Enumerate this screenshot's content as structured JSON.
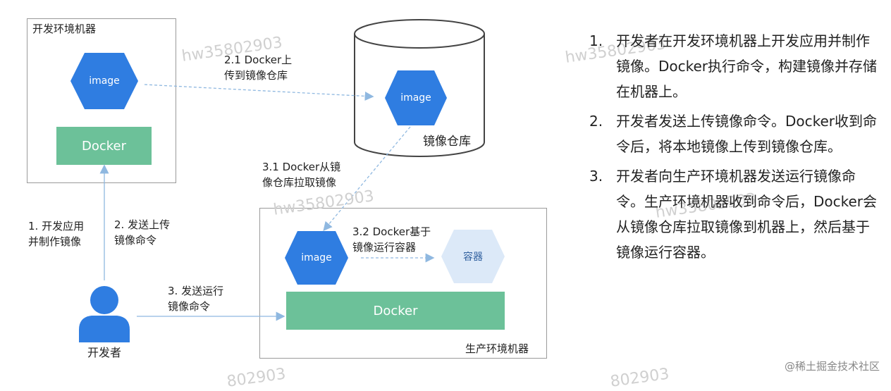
{
  "dev_machine": {
    "title": "开发环境机器",
    "image_label": "image",
    "docker_label": "Docker"
  },
  "registry": {
    "title": "镜像仓库",
    "image_label": "image"
  },
  "prod_machine": {
    "title": "生产环境机器",
    "image_label": "image",
    "container_label": "容器",
    "docker_label": "Docker"
  },
  "developer": {
    "label": "开发者"
  },
  "arrows": {
    "push": [
      "2.1 Docker上",
      "传到镜像仓库"
    ],
    "pull": [
      "3.1 Docker从镜",
      "像仓库拉取镜像"
    ],
    "run_container": [
      "3.2 Docker基于",
      "镜像运行容器"
    ],
    "build": [
      "1. 开发应用",
      "并制作镜像"
    ],
    "send_push": [
      "2. 发送上传",
      "镜像命令"
    ],
    "send_run": [
      "3. 发送运行",
      "镜像命令"
    ]
  },
  "steps": [
    {
      "num": "1.",
      "text": "开发者在开发环境机器上开发应用并制作镜像。Docker执行命令，构建镜像并存储在机器上。"
    },
    {
      "num": "2.",
      "text": "开发者发送上传镜像命令。Docker收到命令后，将本地镜像上传到镜像仓库。"
    },
    {
      "num": "3.",
      "text": "开发者向生产环境机器发送运行镜像命令。生产环境机器收到命令后，Docker会从镜像仓库拉取镜像到机器上，然后基于镜像运行容器。"
    }
  ],
  "watermarks": [
    "hw35802903",
    "hw35802903",
    "hw35802903",
    "hw35802903",
    "802903",
    "802903"
  ],
  "footer": "@稀土掘金技术社区",
  "colors": {
    "hex_blue": "#2f7de1",
    "hex_light": "#dce9f8",
    "docker_green": "#6cc199",
    "arrow": "#8fb8e0"
  }
}
